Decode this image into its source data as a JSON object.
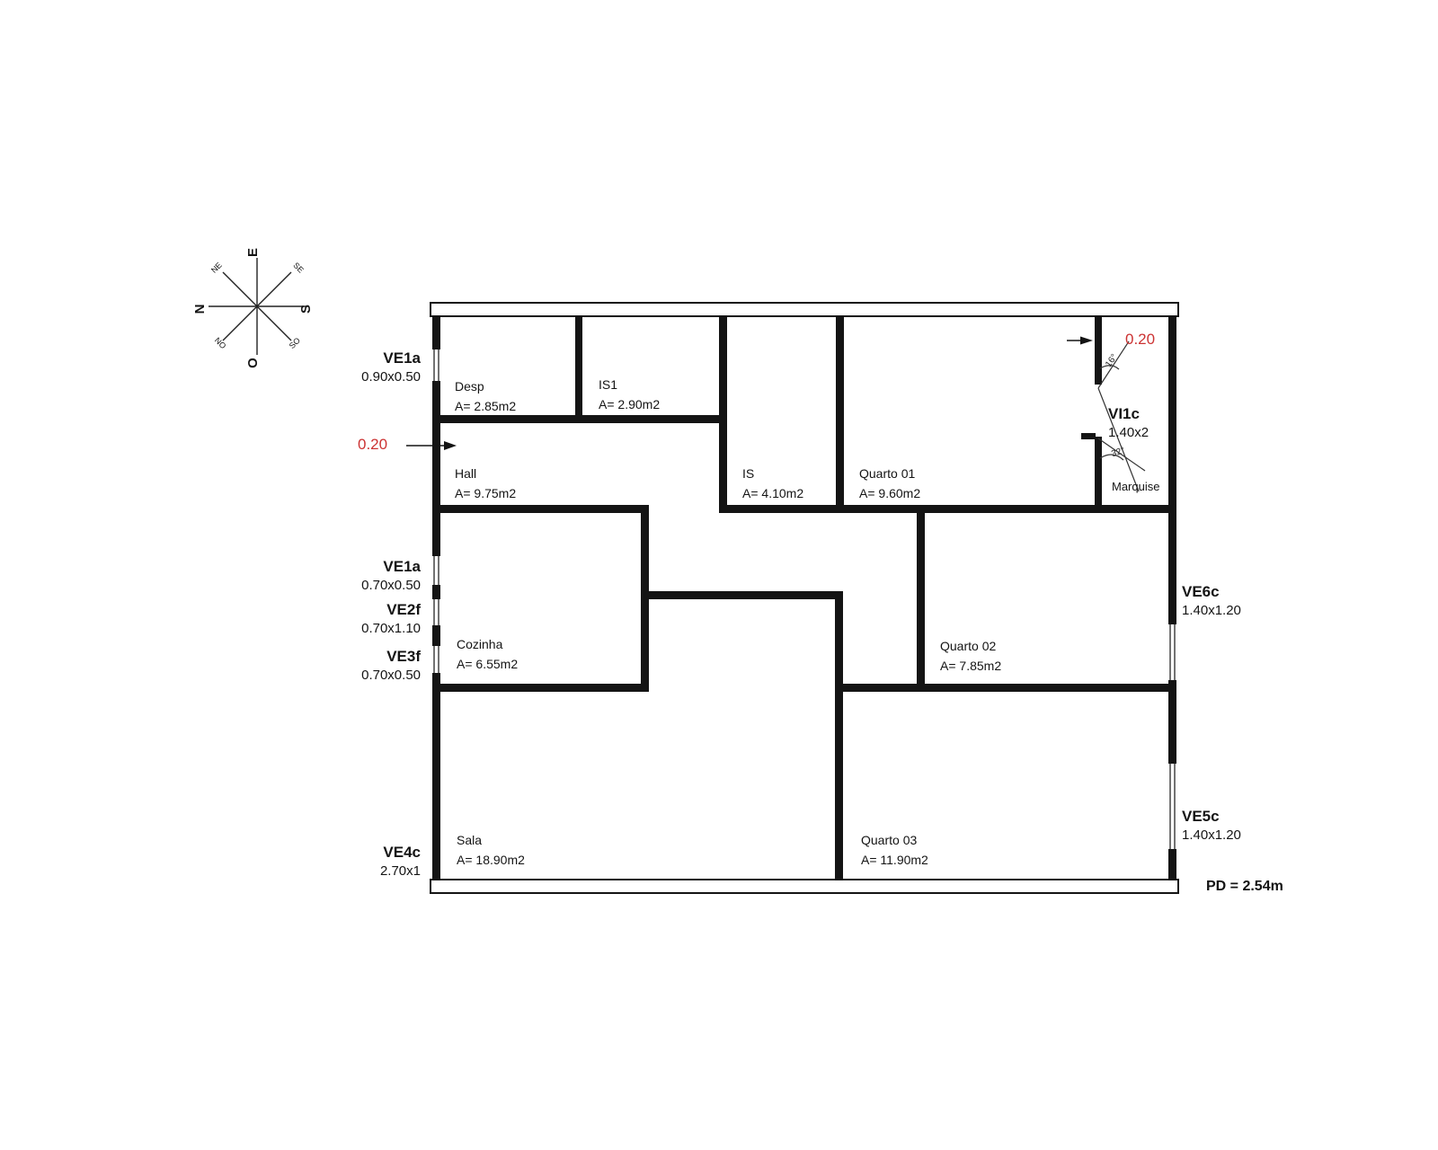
{
  "compass": {
    "e": "E",
    "n": "N",
    "s": "S",
    "o": "O",
    "ne": "NE",
    "se": "SE",
    "no": "NO",
    "so": "SO"
  },
  "rooms": {
    "desp": {
      "name": "Desp",
      "area": "A= 2.85m2"
    },
    "is1": {
      "name": "IS1",
      "area": "A= 2.90m2"
    },
    "is": {
      "name": "IS",
      "area": "A= 4.10m2"
    },
    "quarto01": {
      "name": "Quarto 01",
      "area": "A= 9.60m2"
    },
    "hall": {
      "name": "Hall",
      "area": "A= 9.75m2"
    },
    "cozinha": {
      "name": "Cozinha",
      "area": "A= 6.55m2"
    },
    "quarto02": {
      "name": "Quarto 02",
      "area": "A= 7.85m2"
    },
    "sala": {
      "name": "Sala",
      "area": "A= 18.90m2"
    },
    "quarto03": {
      "name": "Quarto 03",
      "area": "A= 11.90m2"
    },
    "marquise": {
      "name": "Marquise"
    }
  },
  "openings": {
    "ve1a_top": {
      "code": "VE1a",
      "size": "0.90x0.50"
    },
    "ve1a_mid": {
      "code": "VE1a",
      "size": "0.70x0.50"
    },
    "ve2f": {
      "code": "VE2f",
      "size": "0.70x1.10"
    },
    "ve3f": {
      "code": "VE3f",
      "size": "0.70x0.50"
    },
    "ve4c": {
      "code": "VE4c",
      "size": "2.70x1"
    },
    "vi1c": {
      "code": "VI1c",
      "size": "1.40x2"
    },
    "ve6c": {
      "code": "VE6c",
      "size": "1.40x1.20"
    },
    "ve5c": {
      "code": "VE5c",
      "size": "1.40x1.20"
    }
  },
  "annotations": {
    "wall_thickness_left": "0.20",
    "wall_thickness_right": "0.20",
    "angle_upper": "16°",
    "angle_lower": "32°",
    "ceiling_height": "PD = 2.54m"
  },
  "colors": {
    "accent_red": "#cc3333",
    "line": "#141414"
  }
}
